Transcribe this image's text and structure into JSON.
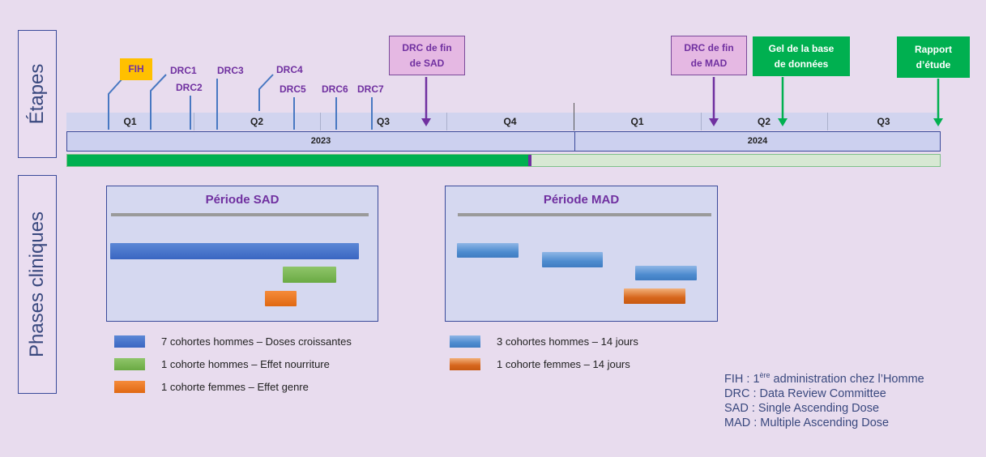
{
  "side_labels": {
    "etapes": "Étapes",
    "phases": "Phases cliniques"
  },
  "timeline": {
    "quarters": [
      "Q1",
      "Q2",
      "Q3",
      "Q4",
      "Q1",
      "Q2",
      "Q3"
    ],
    "years": [
      "2023",
      "2024"
    ]
  },
  "milestones": {
    "fih": "FIH",
    "drc1": "DRC1",
    "drc2": "DRC2",
    "drc3": "DRC3",
    "drc4": "DRC4",
    "drc5": "DRC5",
    "drc6": "DRC6",
    "drc7": "DRC7",
    "drc_fin_sad": "DRC de fin\nde SAD",
    "drc_fin_mad": "DRC de fin\nde MAD",
    "gel_base": "Gel de la base\nde données",
    "rapport": "Rapport\nd’étude"
  },
  "progress": {
    "fraction": 0.53
  },
  "periods": {
    "sad_title": "Période SAD",
    "mad_title": "Période MAD"
  },
  "legend": {
    "sad_blue": "7 cohortes hommes – Doses croissantes",
    "sad_green": "1 cohorte hommes – Effet nourriture",
    "sad_orange": "1 cohorte femmes – Effet genre",
    "mad_blue": "3 cohortes hommes – 14 jours",
    "mad_orange": "1 cohorte femmes – 14 jours"
  },
  "glossary": {
    "fih_prefix": "FIH : 1",
    "fih_sup": "ère",
    "fih_suffix": " administration chez l’Homme",
    "drc": "DRC : Data Review Committee",
    "sad": "SAD : Single Ascending Dose",
    "mad": "MAD : Multiple Ascending Dose"
  },
  "colors": {
    "purple": "#7030a0",
    "green": "#00b050",
    "yellow": "#ffc000",
    "blue": "#4878c2",
    "orange": "#e06812"
  }
}
